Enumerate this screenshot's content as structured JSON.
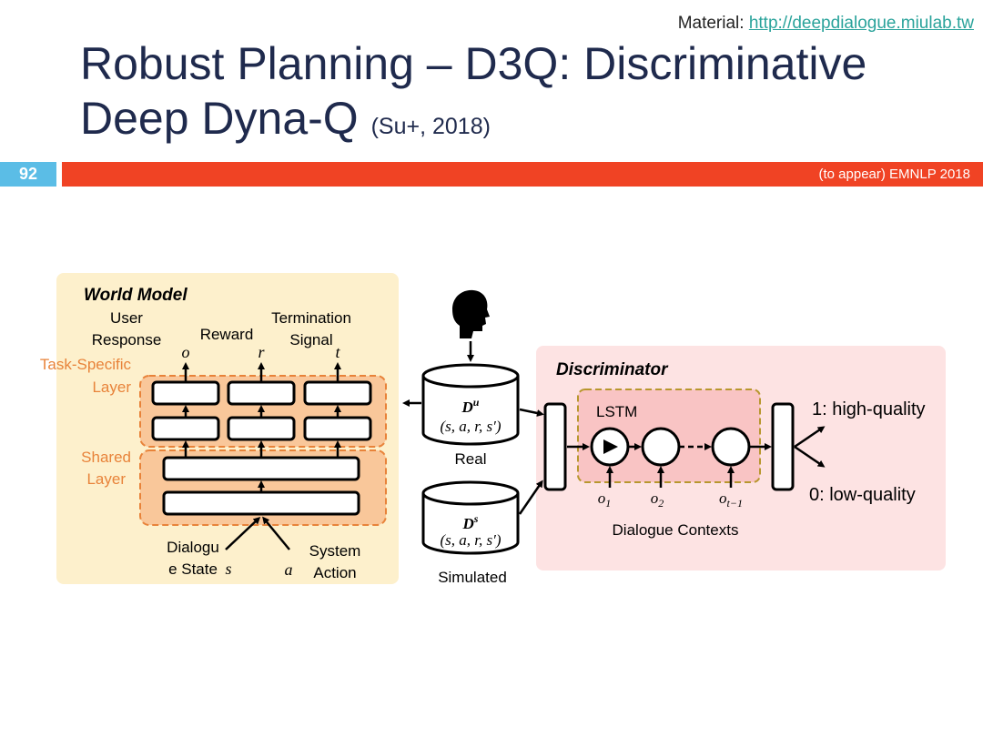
{
  "header": {
    "material_label": "Material:",
    "material_link": "http://deepdialogue.miulab.tw",
    "title_line1": "Robust Planning – D3Q: Discriminative",
    "title_line2": "Deep Dyna-Q",
    "title_cite": "(Su+, 2018)",
    "slide_number": "92",
    "venue_note": "(to appear) EMNLP 2018"
  },
  "world_model": {
    "title": "World Model",
    "user_response_1": "User",
    "user_response_2": "Response",
    "reward": "Reward",
    "termination_1": "Termination",
    "termination_2": "Signal",
    "sym_o": "o",
    "sym_r": "r",
    "sym_t": "t",
    "task_specific_1": "Task-Specific",
    "task_specific_2": "Layer",
    "shared_1": "Shared",
    "shared_2": "Layer",
    "dialogue_state_1": "Dialogu",
    "dialogue_state_2": "e State",
    "sym_s": "s",
    "sym_a": "a",
    "system_action_1": "System",
    "system_action_2": "Action"
  },
  "buffers": {
    "real_label": "Real",
    "real_symbol": "D",
    "real_sup": "u",
    "real_tuple": "(s, a, r, s′)",
    "sim_label": "Simulated",
    "sim_symbol": "D",
    "sim_sup": "s",
    "sim_tuple": "(s, a, r, s′)"
  },
  "discriminator": {
    "title": "Discriminator",
    "lstm": "LSTM",
    "o1": "o",
    "o1_sub": "1",
    "o2": "o",
    "o2_sub": "2",
    "ot": "o",
    "ot_sub": "t−1",
    "contexts": "Dialogue Contexts",
    "high": "1: high-quality",
    "low": "0: low-quality"
  },
  "colors": {
    "accent_blue": "#5bbde6",
    "accent_red": "#f04324",
    "world_bg": "#fdf0cc",
    "orange_fill": "#f9c79a",
    "orange_dash": "#e8833a",
    "disc_bg": "#fde3e3",
    "lstm_fill": "#f9c4c4",
    "olive_dash": "#b8972e"
  }
}
